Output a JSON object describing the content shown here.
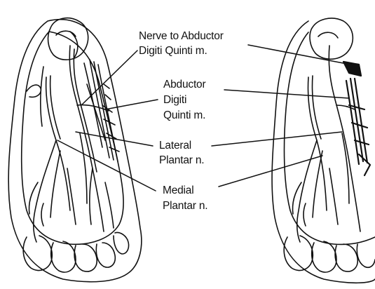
{
  "labels": {
    "nerve_to_abductor": [
      "Nerve to Abductor",
      "Digiti Quinti m."
    ],
    "abductor_digiti_quinti": [
      "Abductor",
      "Digiti",
      "Quinti m."
    ],
    "lateral_plantar": [
      "Lateral",
      "Plantar n."
    ],
    "medial_plantar": [
      "Medial",
      "Plantar n."
    ]
  },
  "colors": {
    "ink": "#111111",
    "background": "#ffffff"
  }
}
